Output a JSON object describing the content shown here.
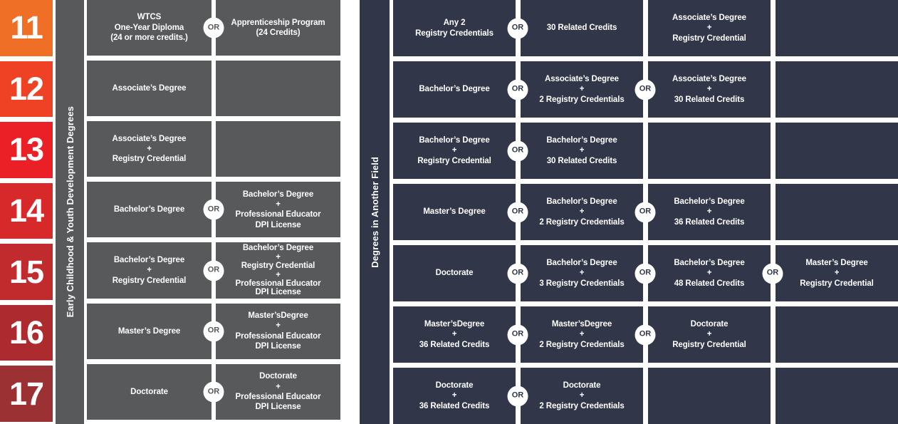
{
  "or_label": "OR",
  "colors": {
    "left_box": "#58595B",
    "right_box": "#313749",
    "text": "#FFFFFF",
    "level_colors": [
      "#F06F26",
      "#EF4123",
      "#EB2027",
      "#D7282A",
      "#C22B2E",
      "#AD2A2E",
      "#9C3134"
    ]
  },
  "left_section": {
    "label": "Early Childhood & Youth Development Degrees",
    "rows": [
      {
        "level": "11",
        "level_color": "#F06F26",
        "cells": [
          [
            "WTCS",
            "One-Year Diploma",
            "(24 or more credits.)"
          ],
          [
            "Apprenticeship Program",
            "(24 Credits)"
          ]
        ],
        "or_after": [
          true
        ]
      },
      {
        "level": "12",
        "level_color": "#EF4123",
        "cells": [
          [
            "Associate’s Degree"
          ],
          []
        ],
        "or_after": [
          false
        ]
      },
      {
        "level": "13",
        "level_color": "#EB2027",
        "cells": [
          [
            "Associate’s Degree",
            "+",
            "Registry Credential"
          ],
          []
        ],
        "or_after": [
          false
        ]
      },
      {
        "level": "14",
        "level_color": "#D7282A",
        "cells": [
          [
            "Bachelor’s Degree"
          ],
          [
            "Bachelor’s Degree",
            "+",
            "Professional Educator",
            "DPI License"
          ]
        ],
        "or_after": [
          true
        ]
      },
      {
        "level": "15",
        "level_color": "#C22B2E",
        "cells": [
          [
            "Bachelor’s Degree",
            "+",
            "Registry Credential"
          ],
          [
            "Bachelor’s Degree",
            "+",
            "Registry Credential",
            "+",
            "Professional Educator",
            "DPI License"
          ]
        ],
        "or_after": [
          true
        ]
      },
      {
        "level": "16",
        "level_color": "#AD2A2E",
        "cells": [
          [
            "Master’s Degree"
          ],
          [
            "Master’sDegree",
            "+",
            "Professional Educator",
            "DPI License"
          ]
        ],
        "or_after": [
          true
        ]
      },
      {
        "level": "17",
        "level_color": "#9C3134",
        "cells": [
          [
            "Doctorate"
          ],
          [
            "Doctorate",
            "+",
            "Professional Educator",
            "DPI License"
          ]
        ],
        "or_after": [
          true
        ]
      }
    ]
  },
  "right_section": {
    "label": "Degrees in Another Field",
    "rows": [
      {
        "cells": [
          [
            "Any 2",
            "Registry Credentials"
          ],
          [
            "30 Related Credits"
          ],
          [
            "Associate’s Degree",
            "+",
            "Registry Credential"
          ],
          []
        ],
        "or_after": [
          true,
          false,
          false
        ]
      },
      {
        "cells": [
          [
            "Bachelor’s Degree"
          ],
          [
            "Associate’s Degree",
            "+",
            "2 Registry Credentials"
          ],
          [
            "Associate’s Degree",
            "+",
            "30 Related Credits"
          ],
          []
        ],
        "or_after": [
          true,
          true,
          false
        ]
      },
      {
        "cells": [
          [
            "Bachelor’s Degree",
            "+",
            "Registry Credential"
          ],
          [
            "Bachelor’s Degree",
            "+",
            "30 Related Credits"
          ],
          [],
          []
        ],
        "or_after": [
          true,
          false,
          false
        ]
      },
      {
        "cells": [
          [
            "Master’s Degree"
          ],
          [
            "Bachelor’s Degree",
            "+",
            "2 Registry Credentials"
          ],
          [
            "Bachelor’s Degree",
            "+",
            "36 Related Credits"
          ],
          []
        ],
        "or_after": [
          true,
          true,
          false
        ]
      },
      {
        "cells": [
          [
            "Doctorate"
          ],
          [
            "Bachelor’s Degree",
            "+",
            "3 Registry Credentials"
          ],
          [
            "Bachelor’s Degree",
            "+",
            "48 Related Credits"
          ],
          [
            "Master’s Degree",
            "+",
            "Registry Credential"
          ]
        ],
        "or_after": [
          true,
          true,
          true
        ]
      },
      {
        "cells": [
          [
            "Master’sDegree",
            "+",
            "36 Related Credits"
          ],
          [
            "Master’sDegree",
            "+",
            "2 Registry Credentials"
          ],
          [
            "Doctorate",
            "+",
            "Registry Credential"
          ],
          []
        ],
        "or_after": [
          true,
          true,
          false
        ]
      },
      {
        "cells": [
          [
            "Doctorate",
            "+",
            "36 Related Credits"
          ],
          [
            "Doctorate",
            "+",
            "2 Registry Credentials"
          ],
          [],
          []
        ],
        "or_after": [
          true,
          false,
          false
        ]
      }
    ]
  }
}
